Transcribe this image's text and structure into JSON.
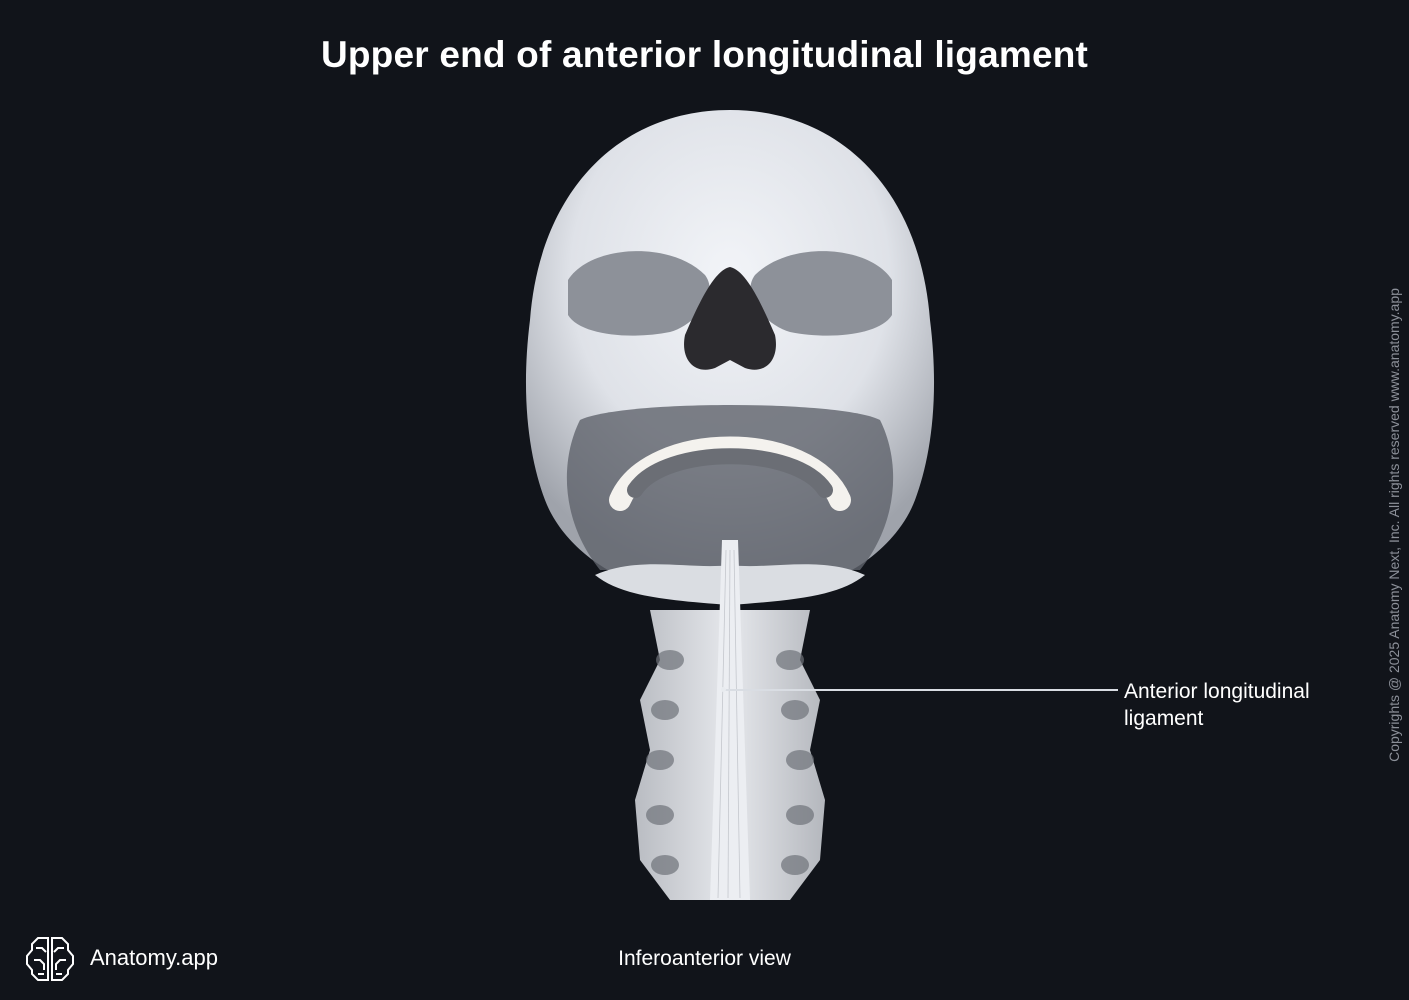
{
  "title": "Upper end of anterior longitudinal ligament",
  "figure": {
    "subject": "skull-and-cervical-spine",
    "description": "Human skull with cervical vertebrae and anterior longitudinal ligament, inferoanterior view"
  },
  "labels": [
    {
      "text_line1": "Anterior longitudinal",
      "text_line2": "ligament"
    }
  ],
  "caption": "Inferoanterior view",
  "brand": {
    "icon": "brain-icon",
    "name": "Anatomy.app"
  },
  "copyright": "Copyrights @ 2025 Anatomy Next, Inc. All rights reserved www.anatomy.app",
  "colors": {
    "background": "#11141a",
    "text": "#ffffff",
    "bone": "#e3e6ec",
    "leader_line": "#d9dde3"
  }
}
